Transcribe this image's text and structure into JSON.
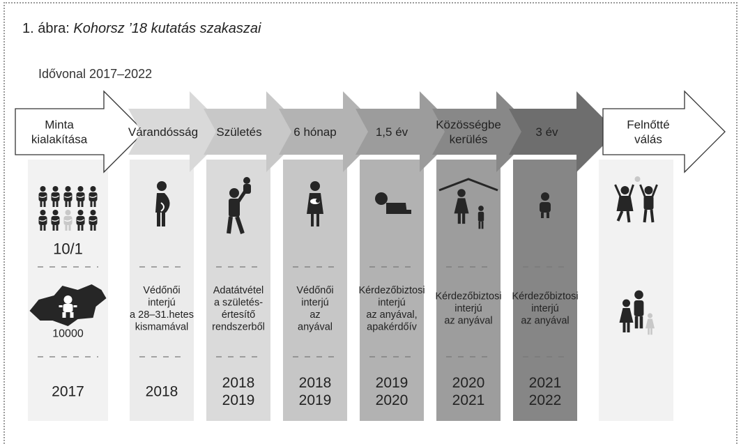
{
  "caption": {
    "prefix": "1. ábra:",
    "title": "Kohorsz ’18 kutatás szakaszai"
  },
  "timeline_label": "Idővonal 2017–2022",
  "stages": [
    {
      "label": [
        "Minta",
        "kialakítása"
      ],
      "fill": "#ffffff",
      "text_color": "#222222",
      "column": {
        "fill": "#f2f2f2",
        "icon_top": "population-sample-icon",
        "count": "10/1",
        "icon_mid": "hungary-map-baby-icon",
        "mid_text": [
          "10000"
        ],
        "years": [
          "2017"
        ]
      }
    },
    {
      "label": [
        "Várandósság"
      ],
      "fill": "#d9d9d9",
      "text_color": "#222222",
      "column": {
        "fill": "#ebebeb",
        "icon_top": "pregnant-woman-icon",
        "mid_text": [
          "Védőnői",
          "interjú",
          "a 28–31.hetes",
          "kismamával"
        ],
        "years": [
          "2018"
        ]
      }
    },
    {
      "label": [
        "Születés"
      ],
      "fill": "#c8c8c8",
      "text_color": "#222222",
      "column": {
        "fill": "#dadada",
        "icon_top": "parent-lifting-baby-icon",
        "mid_text": [
          "Adatátvétel",
          "a születés-",
          "értesítő",
          "rendszerből"
        ],
        "years": [
          "2018",
          "2019"
        ]
      }
    },
    {
      "label": [
        "6 hónap"
      ],
      "fill": "#b3b3b3",
      "text_color": "#222222",
      "column": {
        "fill": "#c6c6c6",
        "icon_top": "mother-holding-baby-icon",
        "mid_text": [
          "Védőnői",
          "interjú",
          "az",
          "anyával"
        ],
        "years": [
          "2018",
          "2019"
        ]
      }
    },
    {
      "label": [
        "1,5 év"
      ],
      "fill": "#9c9c9c",
      "text_color": "#222222",
      "column": {
        "fill": "#b2b2b2",
        "icon_top": "crawling-baby-icon",
        "mid_text": [
          "Kérdezőbiztosi",
          "interjú",
          "az anyával,",
          "apakérdőív"
        ],
        "years": [
          "2019",
          "2020"
        ]
      }
    },
    {
      "label": [
        "Közösségbe",
        "kerülés"
      ],
      "fill": "#888888",
      "text_color": "#222222",
      "column": {
        "fill": "#9d9d9d",
        "icon_top": "mother-child-shelter-icon",
        "mid_text": [
          "Kérdezőbiztosi",
          "interjú",
          "az anyával"
        ],
        "years": [
          "2020",
          "2021"
        ]
      }
    },
    {
      "label": [
        "3 év"
      ],
      "fill": "#6e6e6e",
      "text_color": "#222222",
      "column": {
        "fill": "#868686",
        "icon_top": "child-icon",
        "mid_text": [
          "Kérdezőbiztosi",
          "interjú",
          "az anyával"
        ],
        "years": [
          "2021",
          "2022"
        ]
      }
    },
    {
      "label": [
        "Felnőtté",
        "válás"
      ],
      "fill": "#ffffff",
      "text_color": "#222222",
      "column": {
        "fill": "#f2f2f2",
        "icon_top": "children-playing-icon",
        "icon_mid": "family-icon",
        "mid_text": [],
        "years": []
      }
    }
  ]
}
